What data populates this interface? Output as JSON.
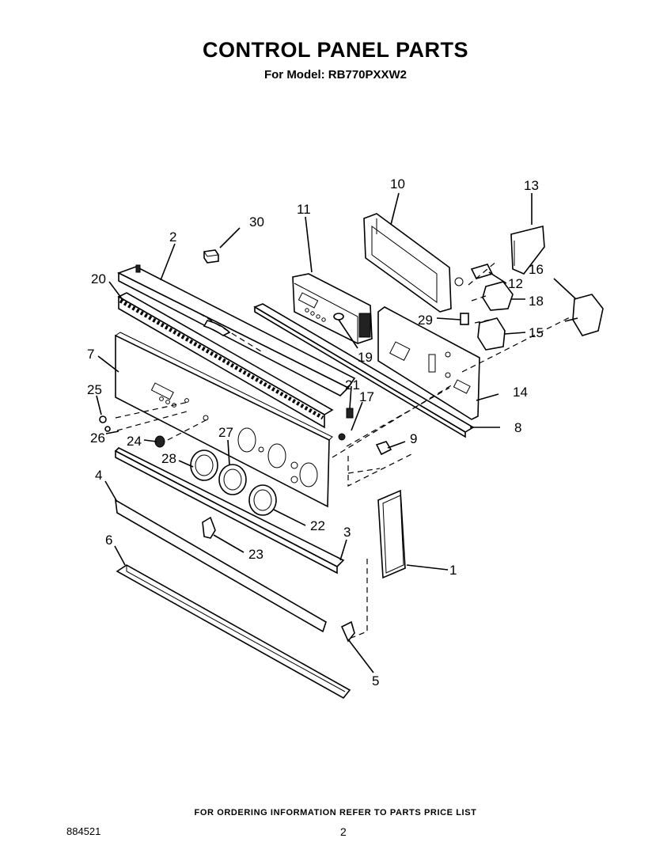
{
  "header": {
    "title": "CONTROL PANEL PARTS",
    "subtitle": "For Model: RB770PXXW2"
  },
  "footer": {
    "ordering_note": "FOR ORDERING INFORMATION REFER TO PARTS PRICE LIST",
    "document_number": "884521",
    "page_number": "2"
  },
  "callouts": {
    "c1": "1",
    "c2": "2",
    "c3": "3",
    "c4": "4",
    "c5": "5",
    "c6": "6",
    "c7": "7",
    "c8": "8",
    "c9": "9",
    "c10": "10",
    "c11": "11",
    "c12": "12",
    "c13": "13",
    "c14": "14",
    "c15": "15",
    "c16": "16",
    "c17": "17",
    "c18": "18",
    "c19": "19",
    "c20": "20",
    "c21": "21",
    "c22": "22",
    "c23": "23",
    "c24": "24",
    "c25": "25",
    "c26": "26",
    "c27": "27",
    "c28": "28",
    "c29": "29",
    "c30": "30"
  }
}
